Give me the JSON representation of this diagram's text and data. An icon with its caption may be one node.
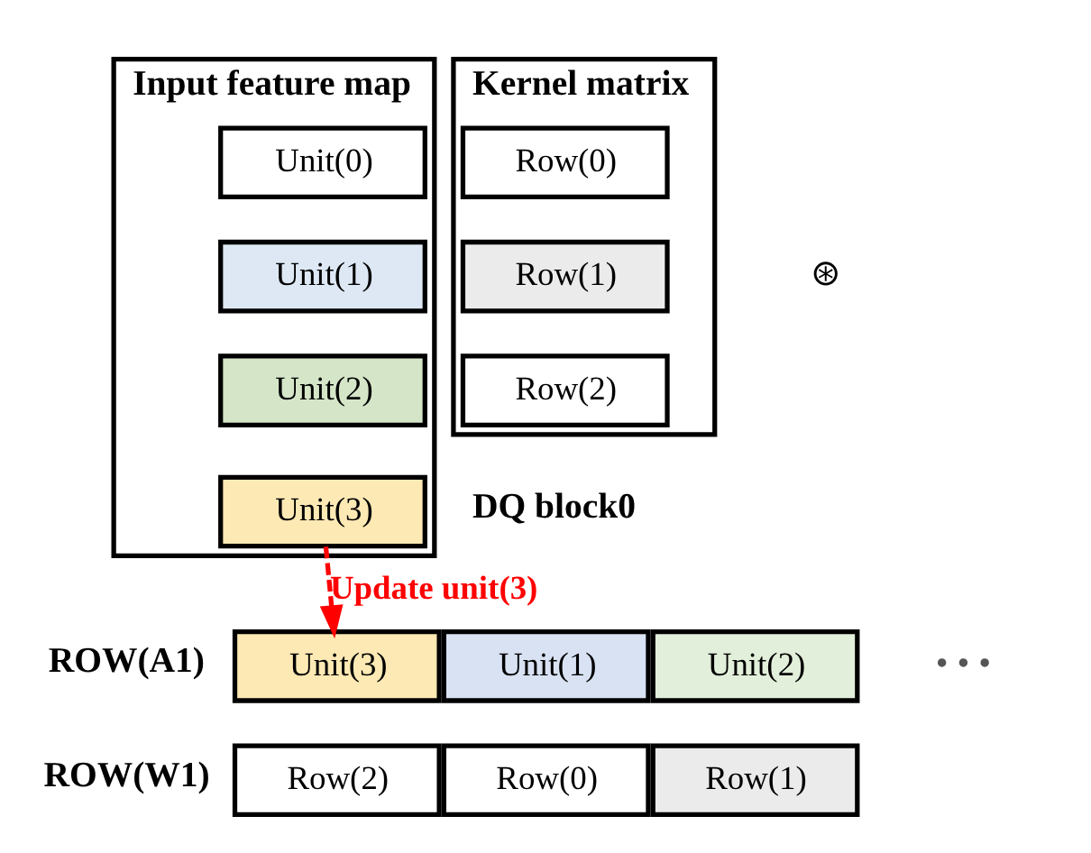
{
  "diagram": {
    "nodes": [
      {
        "text": [
          "Input feature map"
        ]
      },
      {
        "text": [
          "Unit(0)"
        ],
        "in": 0
      },
      {
        "text": [
          "Unit(1)"
        ],
        "in": 0
      },
      {
        "text": [
          "Unit(2)"
        ],
        "in": 0
      },
      {
        "text": [
          "Unit(3)"
        ],
        "in": 0
      },
      {
        "text": [
          "Kernel matrix"
        ]
      },
      {
        "text": [
          "Row(0)"
        ],
        "in": 5
      },
      {
        "text": [
          "Row(1)"
        ],
        "in": 5
      },
      {
        "text": [
          "Row(2)"
        ],
        "in": 5
      },
      {
        "text": [
          "Unit(3)"
        ]
      },
      {
        "text": [
          "Unit(1)"
        ]
      },
      {
        "text": [
          "Unit(2)"
        ]
      },
      {
        "text": [
          "Row(2)"
        ]
      },
      {
        "text": [
          "Row(0)"
        ]
      },
      {
        "text": [
          "Row(1)"
        ]
      }
    ],
    "edges": [
      {
        "from": 4,
        "to": 9,
        "arrow": "to",
        "label": "Update unit(3)",
        "style": "dashed",
        "color": "#ff0000"
      }
    ],
    "labels": [
      "⊛",
      "DQ block0",
      "ROW(A1)",
      "• • •",
      "ROW(W1)"
    ]
  }
}
